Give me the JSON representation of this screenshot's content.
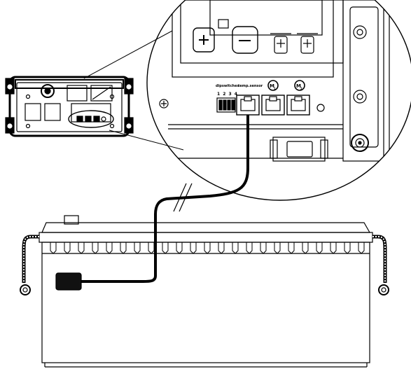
{
  "labels": {
    "dip_switch": "dipswitches",
    "dip_numbers": "1 2 3 4",
    "temp_sensor": "temp.sensor",
    "port_m1": "M",
    "port_m2": "M",
    "port_m1_sub": "1",
    "port_m2_sub": "2"
  },
  "colors": {
    "line": "#000000",
    "background": "#ffffff",
    "sensor": "#111111"
  },
  "icons": {
    "terminal_plus": "plus-terminal-icon",
    "terminal_minus": "minus-terminal-icon",
    "screw": "screw-icon",
    "rj_jack": "rj-jack-icon"
  }
}
